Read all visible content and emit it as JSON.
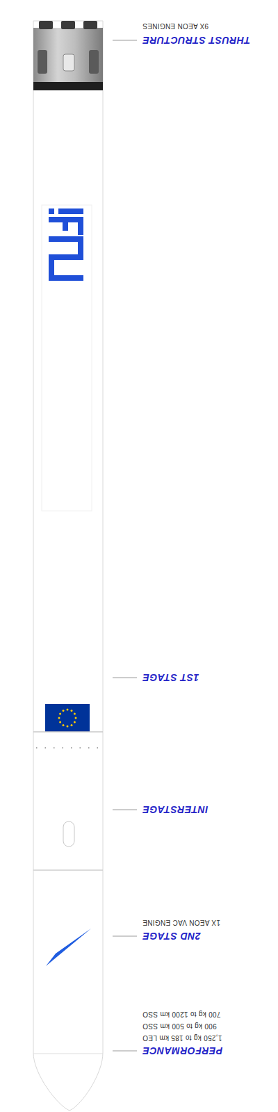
{
  "diagram": {
    "labels": [
      "PERFORMANCE",
      "1,250 kg to 185 km LEO",
      "900 kg to 500 km SSO",
      "700 kg to 1200 km SSO",
      "2ND STAGE",
      "1X AEON VAC ENGINE",
      "INTERSTAGE",
      "1ST STAGE",
      "THRUST STRUCTURE",
      "9X AEON ENGINES"
    ]
  }
}
